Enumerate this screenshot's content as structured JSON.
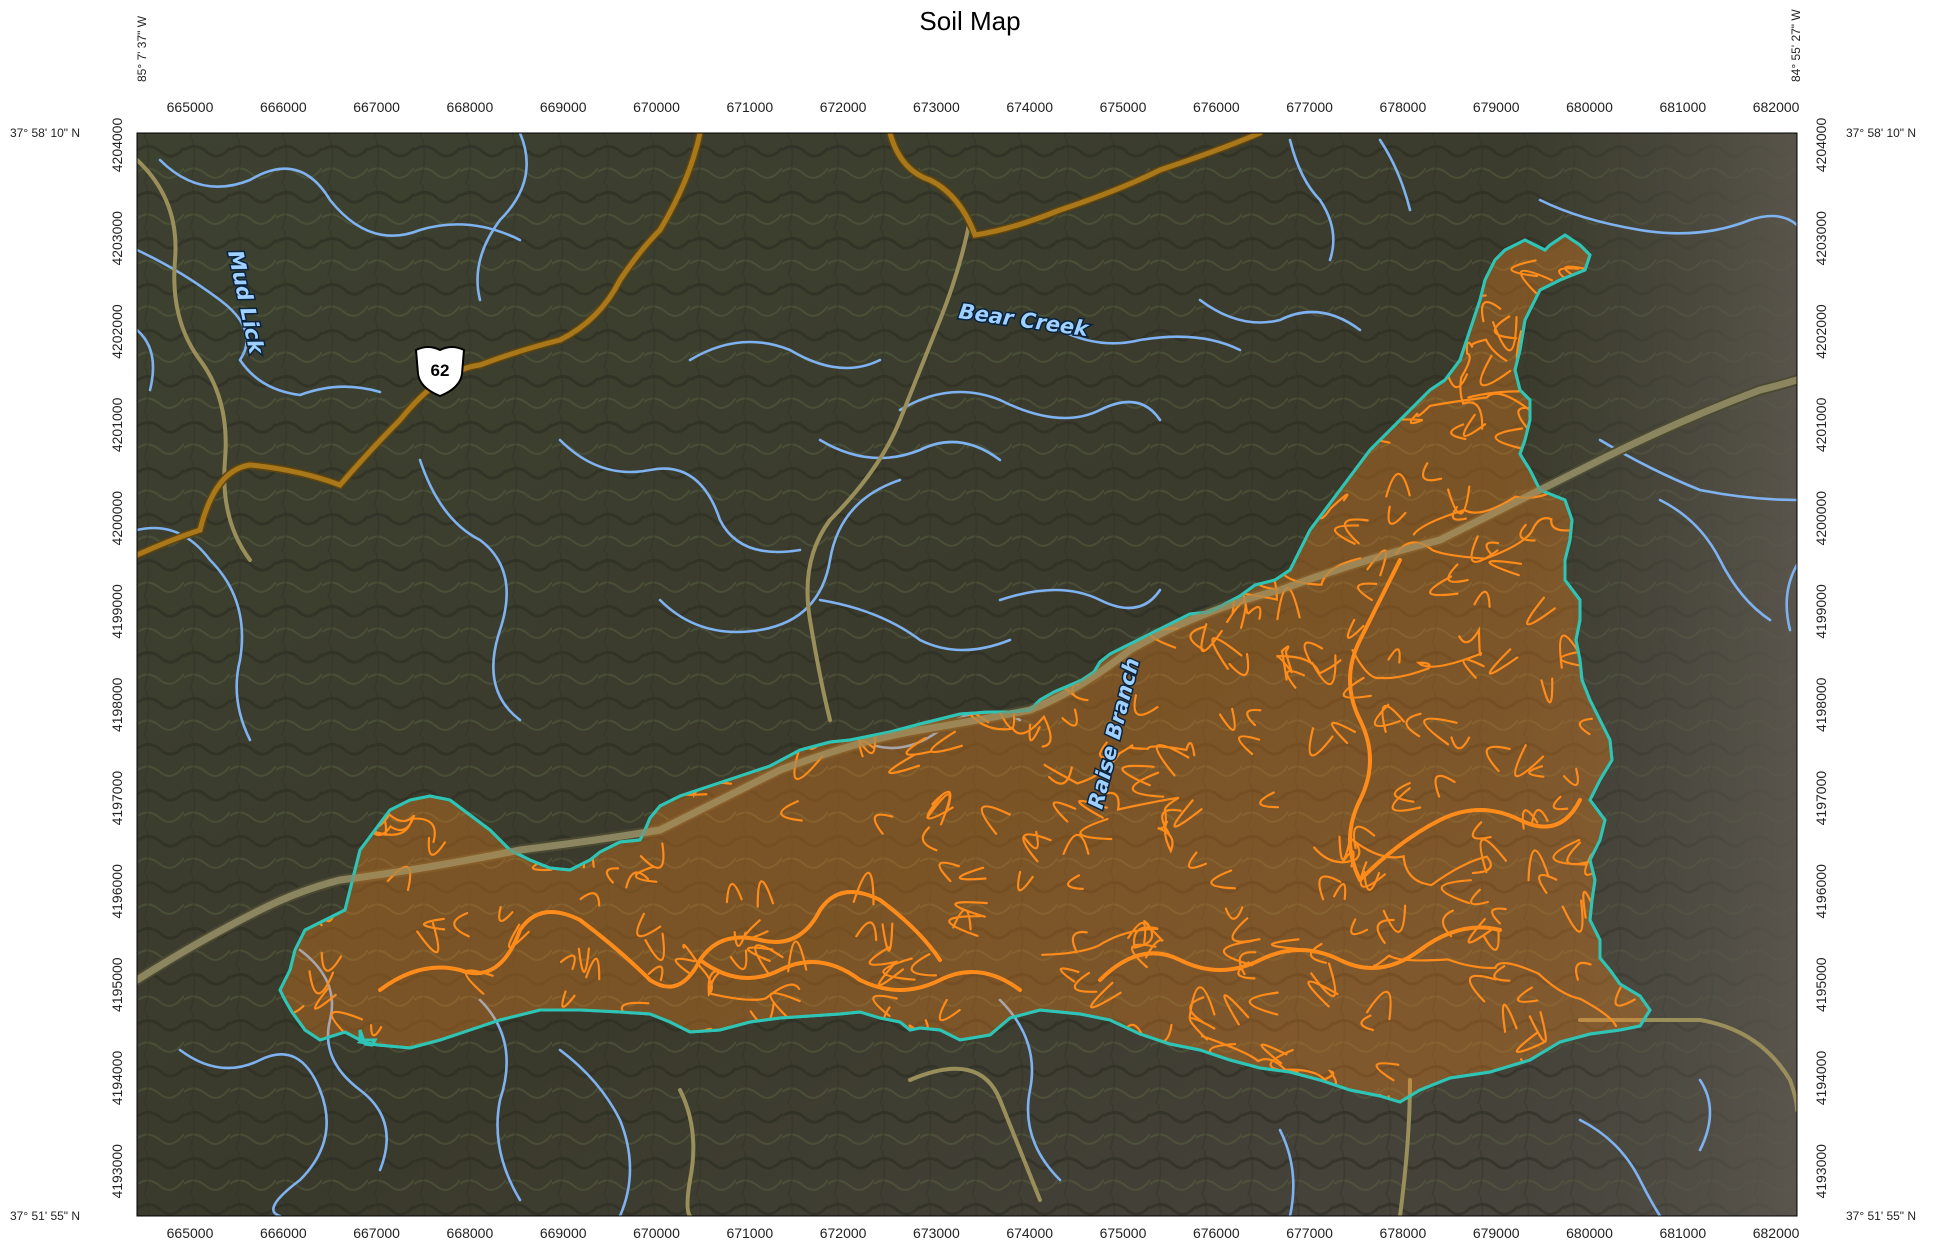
{
  "map": {
    "title": "Soil Map",
    "title_partial": "p",
    "colors": {
      "aoi_outline": "#2ec4b6",
      "soil_lines": "#ff8c1a",
      "aoi_fill": "#ff8c1a",
      "streams": "#7fb2f0",
      "us_route": "#a8781a",
      "local_road": "#9a8f5a",
      "highway": "#8c8660"
    },
    "corners": {
      "top_left_lon": "85° 7' 37\" W",
      "top_right_lon": "84° 55' 27\" W",
      "top_lat": "37° 58' 10\" N",
      "bottom_lat": "37° 51' 55\" N"
    },
    "easting_ticks": [
      "665000",
      "666000",
      "667000",
      "668000",
      "669000",
      "670000",
      "671000",
      "672000",
      "673000",
      "674000",
      "675000",
      "676000",
      "677000",
      "678000",
      "679000",
      "680000",
      "681000",
      "682000"
    ],
    "northing_ticks": [
      "4204000",
      "4203000",
      "4202000",
      "4201000",
      "4200000",
      "4199000",
      "4198000",
      "4197000",
      "4196000",
      "4195000",
      "4194000",
      "4193000"
    ],
    "labels": {
      "mud_lick": "Mud Lick",
      "bear_creek": "Bear Creek",
      "raise_branch": "Raise Branch",
      "route_shield": "62"
    },
    "icons": {
      "route_shield": "us-route-shield-icon"
    }
  }
}
